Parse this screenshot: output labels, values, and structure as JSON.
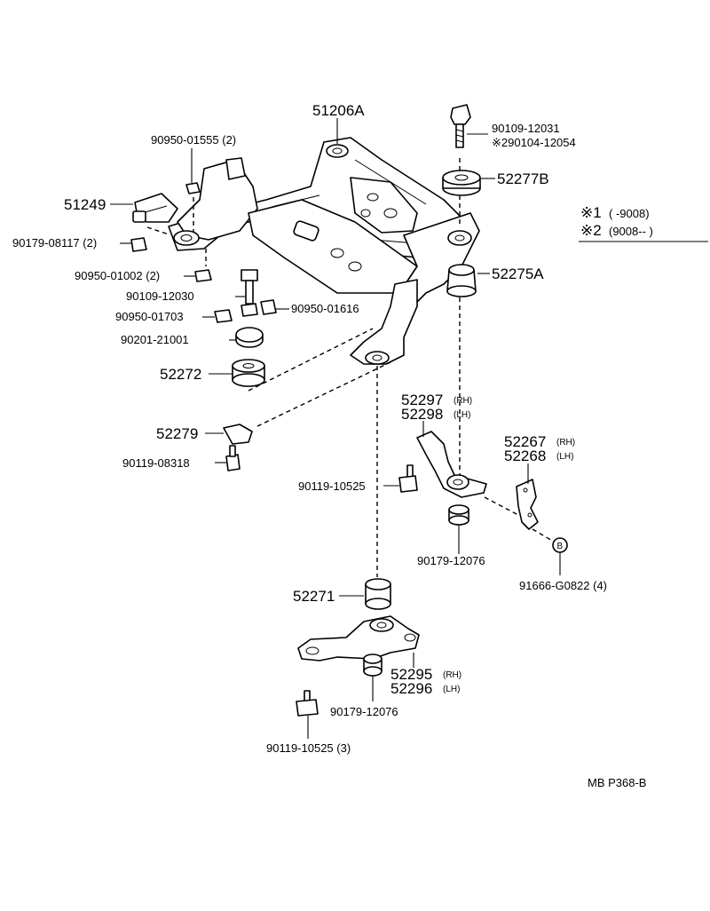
{
  "diagram": {
    "parts": {
      "p51206A": "51206A",
      "p90109_12031": "90109-12031",
      "p90104_12054": "※290104-12054",
      "p52277B": "52277B",
      "p90950_01555": "90950-01555 (2)",
      "p51249": "51249",
      "p90179_08117": "90179-08117 (2)",
      "p90950_01002": "90950-01002 (2)",
      "p90109_12030": "90109-12030",
      "p90950_01703": "90950-01703",
      "p90950_01616": "90950-01616",
      "p90201_21001": "90201-21001",
      "p52275A": "52275A",
      "p52272": "52272",
      "p52279": "52279",
      "p90119_08318": "90119-08318",
      "p52297": "52297",
      "p52297_side": "(RH)",
      "p52298": "52298",
      "p52298_side": "(LH)",
      "p52267": "52267",
      "p52267_side": "(RH)",
      "p52268": "52268",
      "p52268_side": "(LH)",
      "p90119_10525a": "90119-10525",
      "p90179_12076a": "90179-12076",
      "p91666_G0822": "91666-G0822 (4)",
      "marker_b": "B",
      "p52271": "52271",
      "p52295": "52295",
      "p52295_side": "(RH)",
      "p52296": "52296",
      "p52296_side": "(LH)",
      "p90179_12076b": "90179-12076",
      "p90119_10525b": "90119-10525 (3)"
    },
    "legend": {
      "row1_mark": "※1",
      "row1_range": "(       -9008)",
      "row2_mark": "※2",
      "row2_range": "(9008--        )"
    },
    "footer_code": "MB  P368-B"
  }
}
